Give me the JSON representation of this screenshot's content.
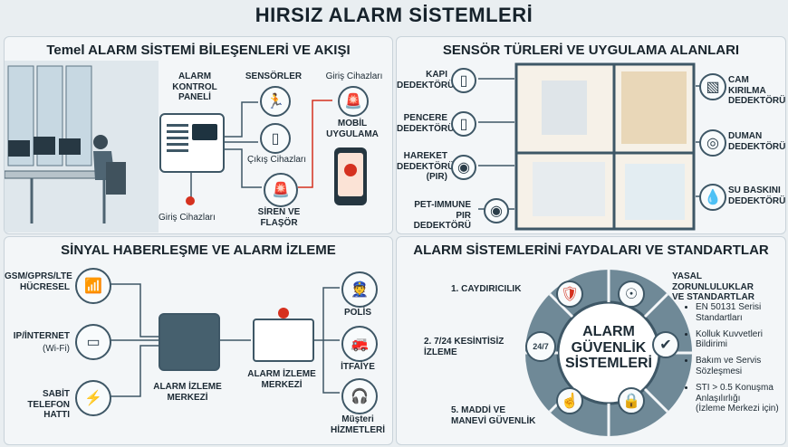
{
  "title": "HIRSIZ ALARM SİSTEMLERİ",
  "panel1": {
    "title": "Temel ALARM SİSTEMİ BİLEŞENLERİ VE AKIŞI",
    "control_panel": "ALARM\nKONTROL\nPANELİ",
    "sensors": "SENSÖRLER",
    "entry_devices_top": "Giriş Cihazları",
    "mobile_app": "MOBİL\nUYGULAMA",
    "exit_devices": "Çıkış Cihazları",
    "siren": "SİREN VE\nFLAŞÖR",
    "entry_devices_bottom": "Giriş Cihazları"
  },
  "panel2": {
    "title": "SENSÖR TÜRLERİ VE UYGULAMA ALANLARI",
    "door": "KAPI\nDEDEKTÖRÜ",
    "window": "PENCERE\nDEDEKTÖRÜ",
    "motion": "HAREKET\nDEDEKTÖRÜ\n(PIR)",
    "pet": "PET-IMMUNE\nPIR DEDEKTÖRÜ",
    "glass": "CAM KIRILMA\nDEDEKTÖRÜ",
    "smoke": "DUMAN\nDEDEKTÖRÜ",
    "flood": "SU BASKINI\nDEDEKTÖRÜ"
  },
  "panel3": {
    "title": "SİNYAL HABERLEŞME VE ALARM İZLEME",
    "gsm": "GSM/GPRS/LTE\nHÜCRESEL",
    "ip": "IP/İNTERNET",
    "ip_sub": "(Wi-Fi)",
    "landline": "SABİT TELEFON\nHATTI",
    "monitor_left": "ALARM İZLEME\nMERKEZİ",
    "monitor_center": "ALARM İZLEME\nMERKEZİ",
    "police": "POLİS",
    "fire": "İTFAİYE",
    "customer": "Müşteri\nHİZMETLERİ"
  },
  "panel4": {
    "title": "ALARM SİSTEMLERİNİ FAYDALARI VE STANDARTLAR",
    "center": "ALARM\nGÜVENLİK\nSİSTEMLERİ",
    "benefit1": "1. CAYDIRICILIK",
    "benefit2": "2. 7/24 KESİNTİSİZ\nİZLEME",
    "benefit5": "5. MADDİ VE\nMANEVİ GÜVENLİK",
    "legal_title": "YASAL ZORUNLULUKLAR\nVE STANDARTLAR",
    "ring_label": "24/7",
    "items": [
      "EN 50131 Serisi\nStandartları",
      "Kolluk Kuvvetleri\nBildirimi",
      "Bakım ve Servis\nSözleşmesi",
      "STI > 0.5 Konuşma\nAnlaşılırlığı\n(İzleme Merkezi için)"
    ]
  },
  "colors": {
    "accent_red": "#d5311f",
    "line": "#3e5766",
    "panel_bg": "#f3f6f8"
  }
}
